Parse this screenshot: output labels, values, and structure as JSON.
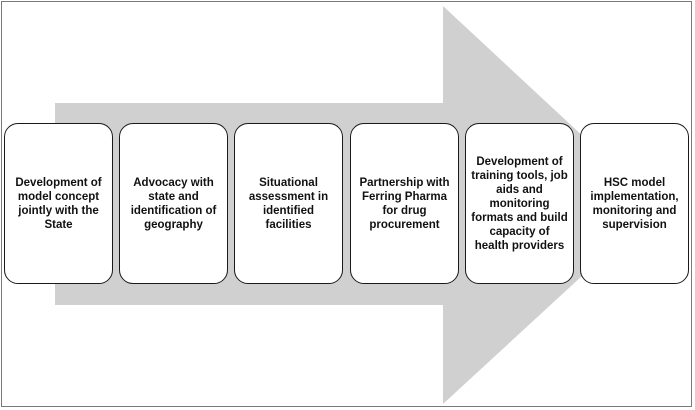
{
  "diagram": {
    "colors": {
      "arrow_fill": "#d0d0d0",
      "box_border": "#1a1a1a",
      "text": "#111111"
    },
    "steps": [
      {
        "label": "Development of model concept jointly with the State"
      },
      {
        "label": "Advocacy with state and identification of geography"
      },
      {
        "label": "Situational assessment in identified facilities"
      },
      {
        "label": "Partnership with Ferring Pharma for drug procurement"
      },
      {
        "label": "Development of training tools, job aids and monitoring formats and build capacity of health providers"
      },
      {
        "label": "HSC model implementation, monitoring and supervision"
      }
    ]
  }
}
